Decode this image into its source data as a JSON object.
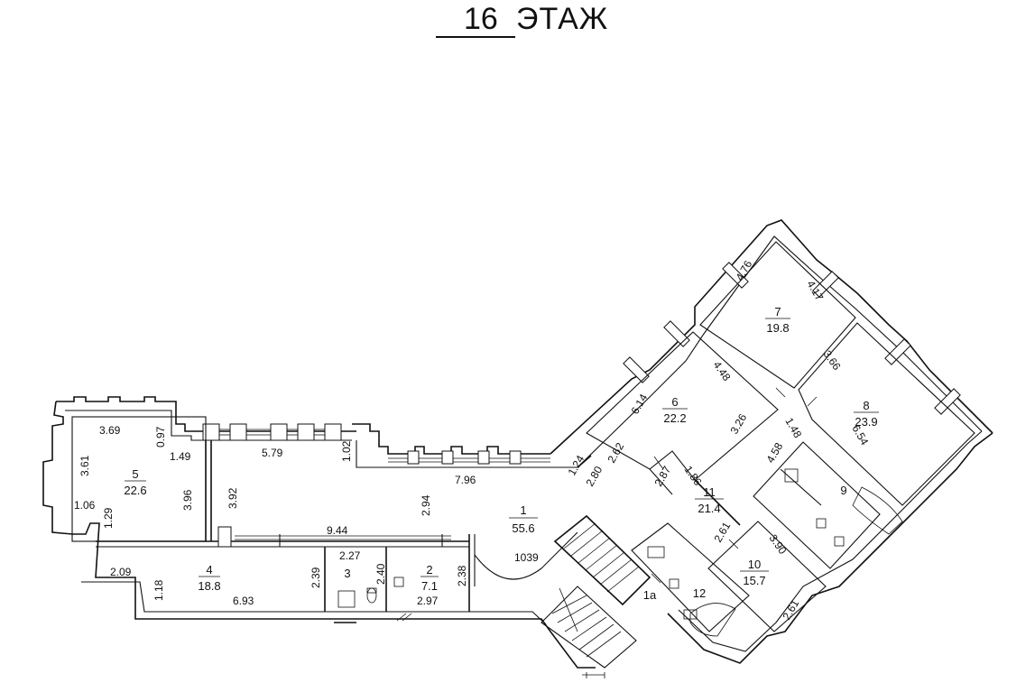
{
  "floor": {
    "number": "16",
    "word": "ЭТАЖ"
  },
  "rooms": [
    {
      "id": "1",
      "area": "55.6"
    },
    {
      "id": "1a",
      "area": ""
    },
    {
      "id": "2",
      "area": "7.1"
    },
    {
      "id": "3",
      "area": ""
    },
    {
      "id": "4",
      "area": "18.8"
    },
    {
      "id": "5",
      "area": "22.6"
    },
    {
      "id": "6",
      "area": "22.2"
    },
    {
      "id": "7",
      "area": "19.8"
    },
    {
      "id": "8",
      "area": "23.9"
    },
    {
      "id": "9",
      "area": ""
    },
    {
      "id": "10",
      "area": "15.7"
    },
    {
      "id": "11",
      "area": "21.4"
    },
    {
      "id": "12",
      "area": ""
    }
  ],
  "dimensions": [
    "3.69",
    "0.97",
    "1.49",
    "5.79",
    "1.02",
    "7.96",
    "3.61",
    "3.96",
    "3.92",
    "2.94",
    "1.06",
    "1.29",
    "9.44",
    "2.09",
    "1.18",
    "6.93",
    "2.39",
    "2.27",
    "2.40",
    "2.38",
    "2.97",
    "1039",
    "1.24",
    "2.80",
    "2.62",
    "6.14",
    "4.48",
    "3.26",
    "2.87",
    "1.86",
    "4.76",
    "4.17",
    "3.66",
    "1.48",
    "4.58",
    "6.54",
    "2.61",
    "3.90",
    "2.61"
  ]
}
